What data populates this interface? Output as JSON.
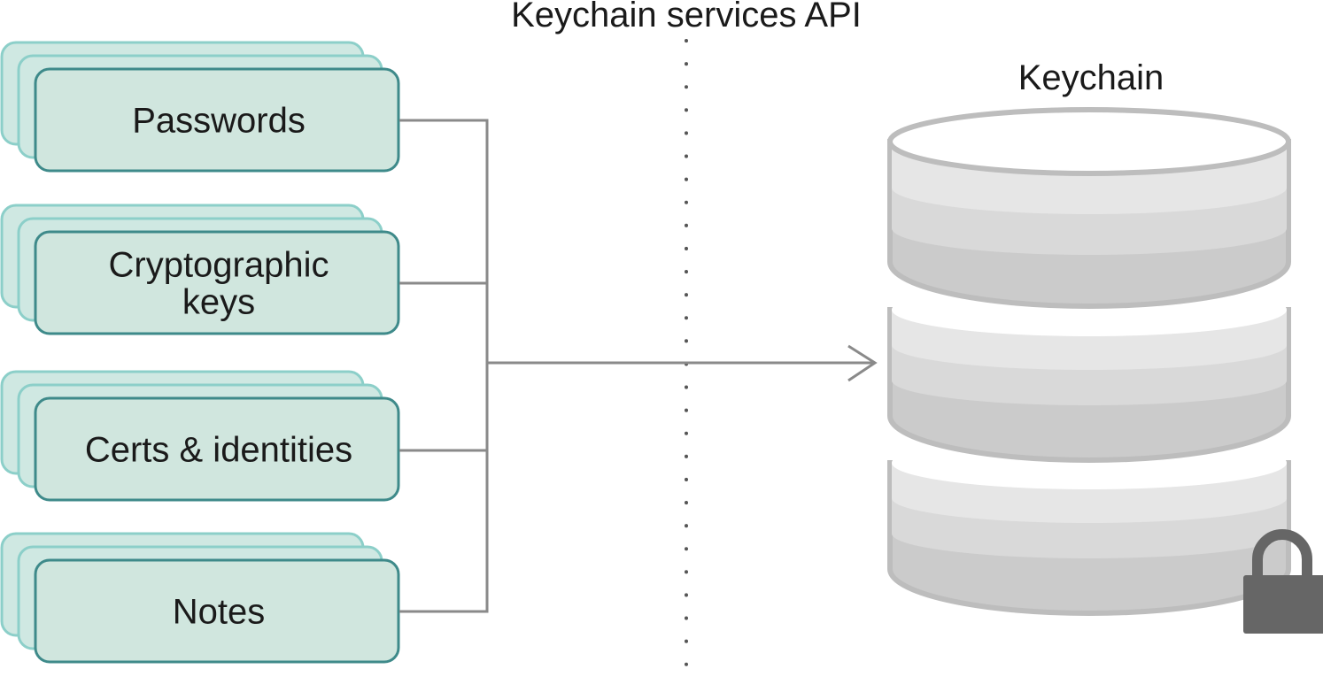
{
  "diagram": {
    "api_label": "Keychain services API",
    "keychain_label": "Keychain",
    "items": [
      {
        "lines": [
          "Passwords"
        ]
      },
      {
        "lines": [
          "Cryptographic",
          "keys"
        ]
      },
      {
        "lines": [
          "Certs & identities"
        ]
      },
      {
        "lines": [
          "Notes"
        ]
      }
    ]
  },
  "colors": {
    "card_fill": "#d0e6de",
    "card_back_fill": "#cfe8e2",
    "card_stroke": "#3e8a8a",
    "card_back_stroke": "#8ccfc9",
    "connector": "#8a8a8a",
    "db_outline": "#bdbdbd",
    "db_top": "#ffffff",
    "db_band_light": "#e6e6e6",
    "db_band_mid": "#d9d9d9",
    "db_band_dark": "#cbcbcb",
    "lock": "#666666",
    "text": "#1a1a1a"
  },
  "icons": {
    "lock": "lock-icon"
  }
}
